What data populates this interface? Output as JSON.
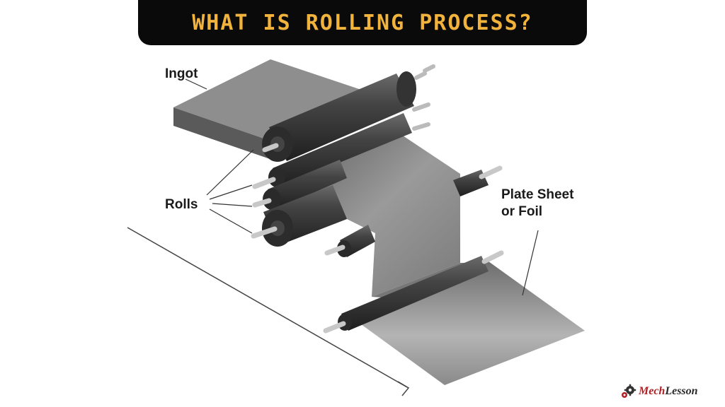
{
  "title": "WHAT IS ROLLING PROCESS?",
  "labels": {
    "ingot": "Ingot",
    "rolls": "Rolls",
    "plate_line1": "Plate Sheet",
    "plate_line2": "or Foil"
  },
  "logo": {
    "part1": "Mech",
    "part2": "Lesson"
  },
  "colors": {
    "banner_bg": "#0a0a0a",
    "title": "#f2b33d",
    "roll": "#3a3a3a",
    "sheet": "#8c8c8c",
    "logo_accent": "#b01f24"
  },
  "icons": [
    "gears-icon"
  ]
}
